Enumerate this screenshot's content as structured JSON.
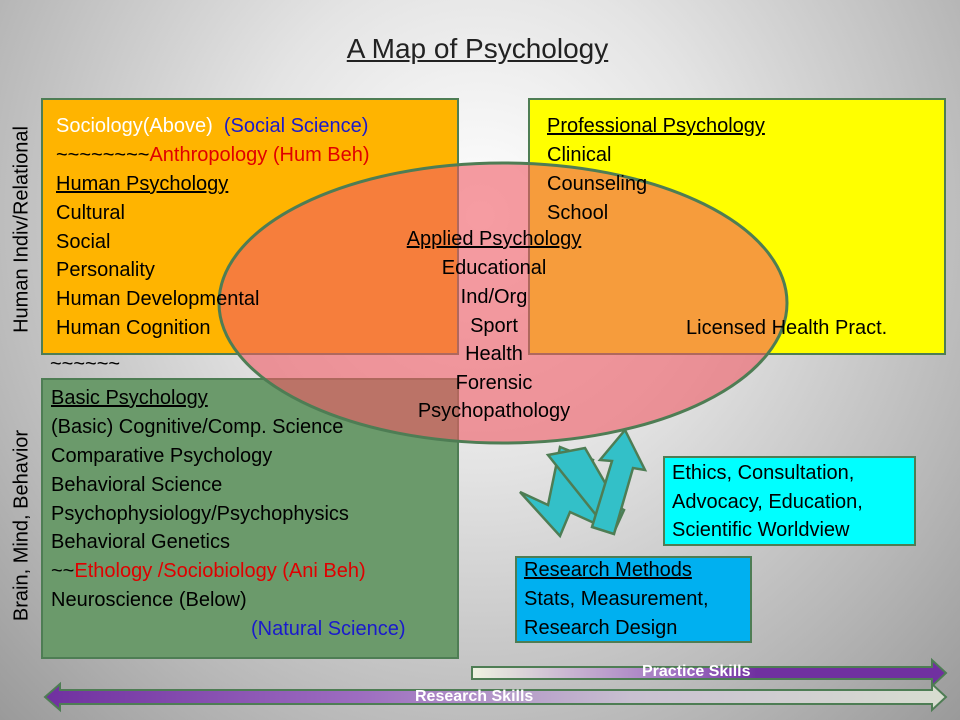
{
  "title": "A Map of Psychology",
  "side_labels": {
    "top": "Human Indiv/Relational",
    "bottom": "Brain, Mind, Behavior"
  },
  "human_box": {
    "line1a": "Sociology(Above)",
    "line1b": "(Social Science)",
    "line2a": "~~~~~~~~",
    "line2b": "Anthropology (Hum Beh)",
    "heading": "Human Psychology",
    "items": [
      "Cultural",
      "Social",
      "Personality",
      "Human Developmental",
      "Human Cognition"
    ]
  },
  "separator": "~~~~~~",
  "professional_box": {
    "heading": "Professional Psychology",
    "items": [
      "Clinical",
      "Counseling",
      "School"
    ],
    "footer": "Licensed Health Pract."
  },
  "applied": {
    "heading": "Applied Psychology",
    "items": [
      "Educational",
      "Ind/Org",
      "Sport",
      "Health",
      "Forensic",
      "Psychopathology"
    ]
  },
  "basic_box": {
    "heading": "Basic Psychology",
    "items": [
      "(Basic) Cognitive/Comp. Science",
      "Comparative Psychology",
      "Behavioral Science",
      "Psychophysiology/Psychophysics",
      "Behavioral Genetics"
    ],
    "ethology_prefix": "~~",
    "ethology": "Ethology /Sociobiology (Ani Beh)",
    "neuro": "Neuroscience (Below)",
    "footer": "(Natural Science)"
  },
  "ethics_box": {
    "lines": [
      "Ethics, Consultation,",
      "Advocacy, Education,",
      "Scientific Worldview"
    ]
  },
  "research_box": {
    "heading": "Research Methods",
    "lines": [
      "Stats, Measurement,",
      "Research Design"
    ]
  },
  "arrows": {
    "practice": "Practice Skills",
    "research": "Research Skills"
  },
  "colors": {
    "orange": "#ffb400",
    "yellow": "#ffff00",
    "green": "#6b9a6b",
    "cyan": "#00ffff",
    "blue": "#00b0f0",
    "purple": "#7030a0",
    "border": "#4e7d54"
  }
}
